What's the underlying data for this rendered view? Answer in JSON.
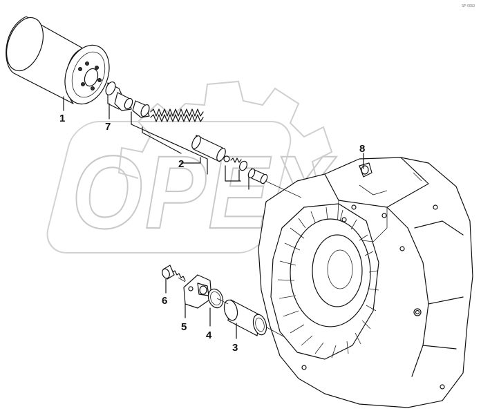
{
  "ref_code": "SP 0053",
  "watermark": {
    "text": "OPEX"
  },
  "callouts": [
    {
      "id": "1",
      "label": "1"
    },
    {
      "id": "2",
      "label": "2"
    },
    {
      "id": "3",
      "label": "3"
    },
    {
      "id": "4",
      "label": "4"
    },
    {
      "id": "5",
      "label": "5"
    },
    {
      "id": "6",
      "label": "6"
    },
    {
      "id": "7",
      "label": "7"
    },
    {
      "id": "8",
      "label": "8"
    }
  ]
}
